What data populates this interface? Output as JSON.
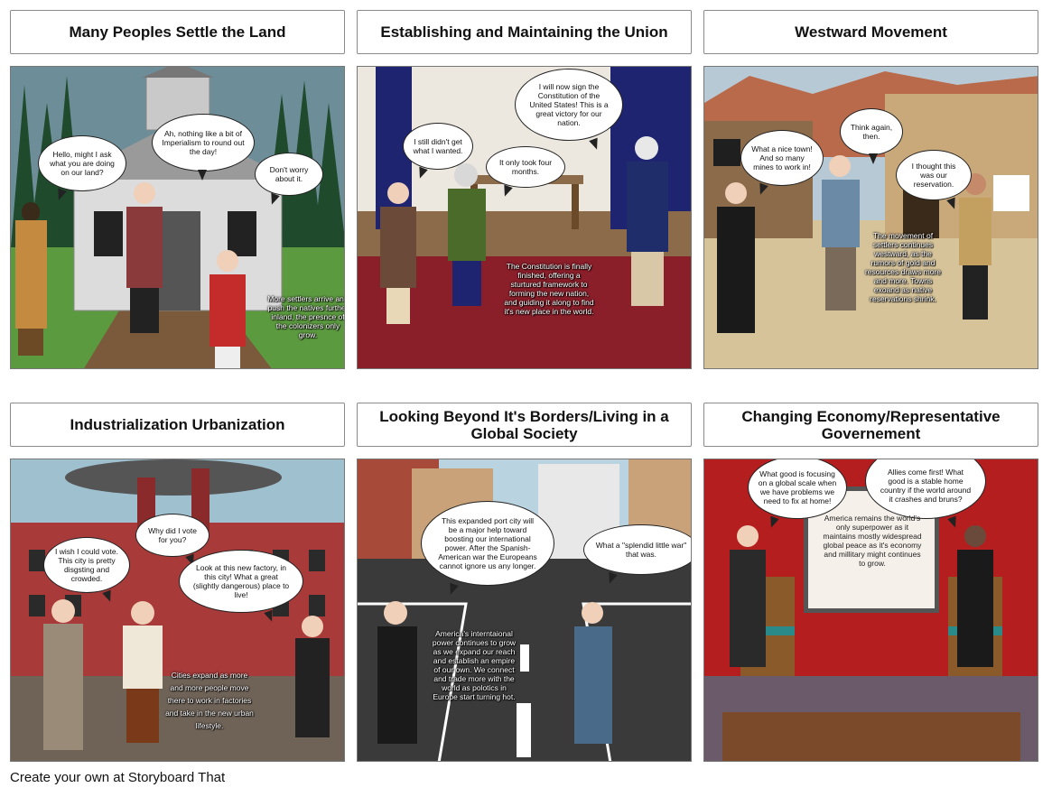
{
  "panels": [
    {
      "title": "Many Peoples Settle the Land",
      "bubbles": [
        "Hello, might I ask what you are doing on our land?",
        "Ah, nothing like a bit of Imperialism to round out the day!",
        "Don't worry about it."
      ],
      "narration": "More settlers arrive and push the natives further inland, the presnce of the colonizers only grow."
    },
    {
      "title": "Establishing and Maintaining the Union",
      "bubbles": [
        "I will now sign the Constitution of the United States! This is a great victory for our nation.",
        "I still didn't get what I wanted.",
        "It only took four months."
      ],
      "narration": "The Constitution is finally finished, offering a sturtured framework to forming the new nation, and guiding it along to find it's new place in the world."
    },
    {
      "title": "Westward Movement",
      "bubbles": [
        "What a nice town! And so many mines to work in!",
        "Think again, then.",
        "I thought this was our reservation."
      ],
      "narration": "The movement of settlers continues westward, as the rumors of gold and resources draws more and more. Towns exoand as native reservations shrink."
    },
    {
      "title": "Industrialization Urbanization",
      "bubbles": [
        "I wish I could vote. This city is pretty disgsting and crowded.",
        "Why did I vote for you?",
        "Look at this new factory, in this city! What a great (slightly dangerous) place to live!"
      ],
      "narration": "Cities expand as more and more people move there to work in factories and take in the new urban lifestyle."
    },
    {
      "title": "Looking Beyond It's Borders/Living in a Global Society",
      "bubbles": [
        "This expanded port city will be a major help toward boosting our international power. After the Spanish-American war the Europeans cannot ignore us any longer.",
        "What a \"splendid little war\" that was."
      ],
      "narration": "America's interntaional power continues to grow as we expand our reach and establish an empire of our own. We connect and trade more with the world as polotics in Europe start turning hot."
    },
    {
      "title": "Changing Economy/Representative Governement",
      "bubbles": [
        "What good is focusing on a global scale when we have problems we need to fix at home!",
        "Allies come first! What good is a stable home country if the world around it crashes and bruns?"
      ],
      "narration": "America remains the world's only superpower as it maintains mostly widespread global peace as it's economy and millitary might continues to grow."
    }
  ],
  "footer": "Create your own at Storyboard That"
}
